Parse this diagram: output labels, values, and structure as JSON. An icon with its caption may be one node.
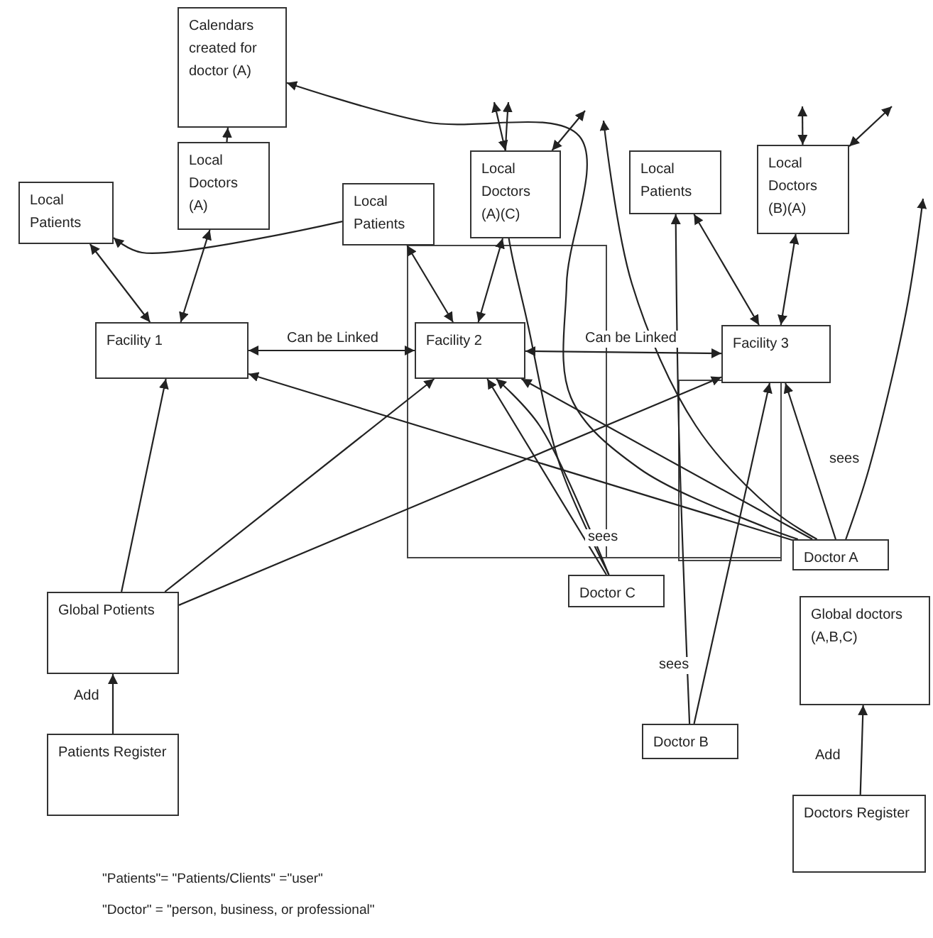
{
  "diagram": {
    "nodes": [
      {
        "text": [
          "Calendars created for doctor (A)"
        ]
      },
      {
        "text": [
          "Local Doctors (A)"
        ]
      },
      {
        "text": [
          "Local Patients"
        ]
      },
      {
        "text": [
          "Local Patients"
        ]
      },
      {
        "text": [
          "Local Doctors (A)(C)"
        ]
      },
      {
        "text": [
          "Local Patients"
        ]
      },
      {
        "text": [
          "Local Doctors (B)(A)"
        ]
      },
      {
        "text": [
          "Facility 1"
        ]
      },
      {
        "text": [
          "Facility 2"
        ]
      },
      {
        "text": [
          "Facility 3"
        ]
      },
      {
        "text": [
          "Global Potients"
        ]
      },
      {
        "text": [
          "Patients Register"
        ]
      },
      {
        "text": [
          "Doctor C"
        ]
      },
      {
        "text": [
          "Doctor A"
        ]
      },
      {
        "text": [
          "Global doctors (A,B,C)"
        ]
      },
      {
        "text": [
          "Doctor B"
        ]
      },
      {
        "text": [
          "Doctors Register"
        ]
      }
    ],
    "edges": [
      {
        "from": 1,
        "to": 0,
        "arrow": "to"
      },
      {
        "from": 13,
        "to": 0,
        "arrow": "to"
      },
      {
        "from": 2,
        "to": 7,
        "arrow": "both"
      },
      {
        "from": 1,
        "to": 7,
        "arrow": "both"
      },
      {
        "from": 3,
        "to": 8,
        "arrow": "both"
      },
      {
        "from": 4,
        "to": 8,
        "arrow": "both"
      },
      {
        "from": 5,
        "to": 9,
        "arrow": "both"
      },
      {
        "from": 6,
        "to": 9,
        "arrow": "both"
      },
      {
        "from": 7,
        "to": 8,
        "arrow": "both",
        "label": "Can be Linked"
      },
      {
        "from": 8,
        "to": 9,
        "arrow": "both",
        "label": "Can be Linked"
      },
      {
        "from": 10,
        "to": 7,
        "arrow": "to"
      },
      {
        "from": 10,
        "to": 8,
        "arrow": "to"
      },
      {
        "from": 10,
        "to": 9,
        "arrow": "to"
      },
      {
        "from": 11,
        "to": 10,
        "arrow": "to",
        "label": "Add"
      },
      {
        "from": 16,
        "to": 14,
        "arrow": "to",
        "label": "Add"
      },
      {
        "from": 13,
        "to": 7,
        "arrow": "to"
      },
      {
        "from": 13,
        "to": 8,
        "arrow": "to"
      },
      {
        "from": 13,
        "to": 9,
        "arrow": "to",
        "label": "sees"
      },
      {
        "from": 12,
        "to": 8,
        "arrow": "to",
        "label": "sees"
      },
      {
        "from": 12,
        "to": 8,
        "arrow": "to"
      },
      {
        "from": 15,
        "to": 5,
        "arrow": "to"
      },
      {
        "from": 15,
        "to": 9,
        "arrow": "to",
        "label": "sees"
      },
      {
        "from": 4,
        "to": null,
        "arrow": "both"
      },
      {
        "from": 4,
        "to": null,
        "arrow": "both"
      },
      {
        "from": 6,
        "to": null,
        "arrow": "both"
      },
      {
        "from": 6,
        "to": null,
        "arrow": "both"
      },
      {
        "from": 12,
        "to": null,
        "arrow": "to"
      },
      {
        "from": 13,
        "to": null,
        "arrow": "to"
      },
      {
        "from": 13,
        "to": null,
        "arrow": "to"
      },
      {
        "from": 3,
        "to": 2,
        "arrow": "to"
      }
    ],
    "labels": [
      "\"Patients\"= \"Patients/Clients\" =\"user\"",
      "\"Doctor\" = \"person, business, or professional\""
    ]
  }
}
